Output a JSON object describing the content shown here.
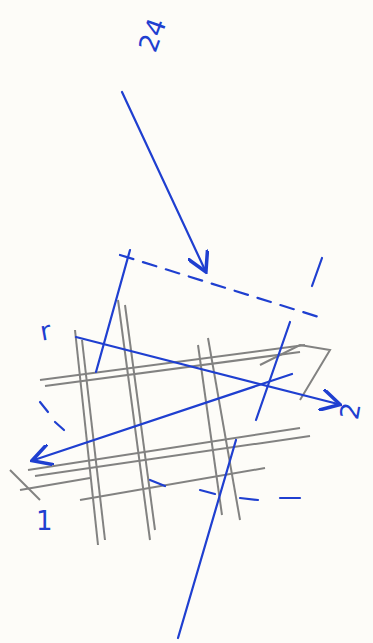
{
  "diagram": {
    "labels": [
      "24",
      "r",
      "2",
      "1"
    ]
  }
}
